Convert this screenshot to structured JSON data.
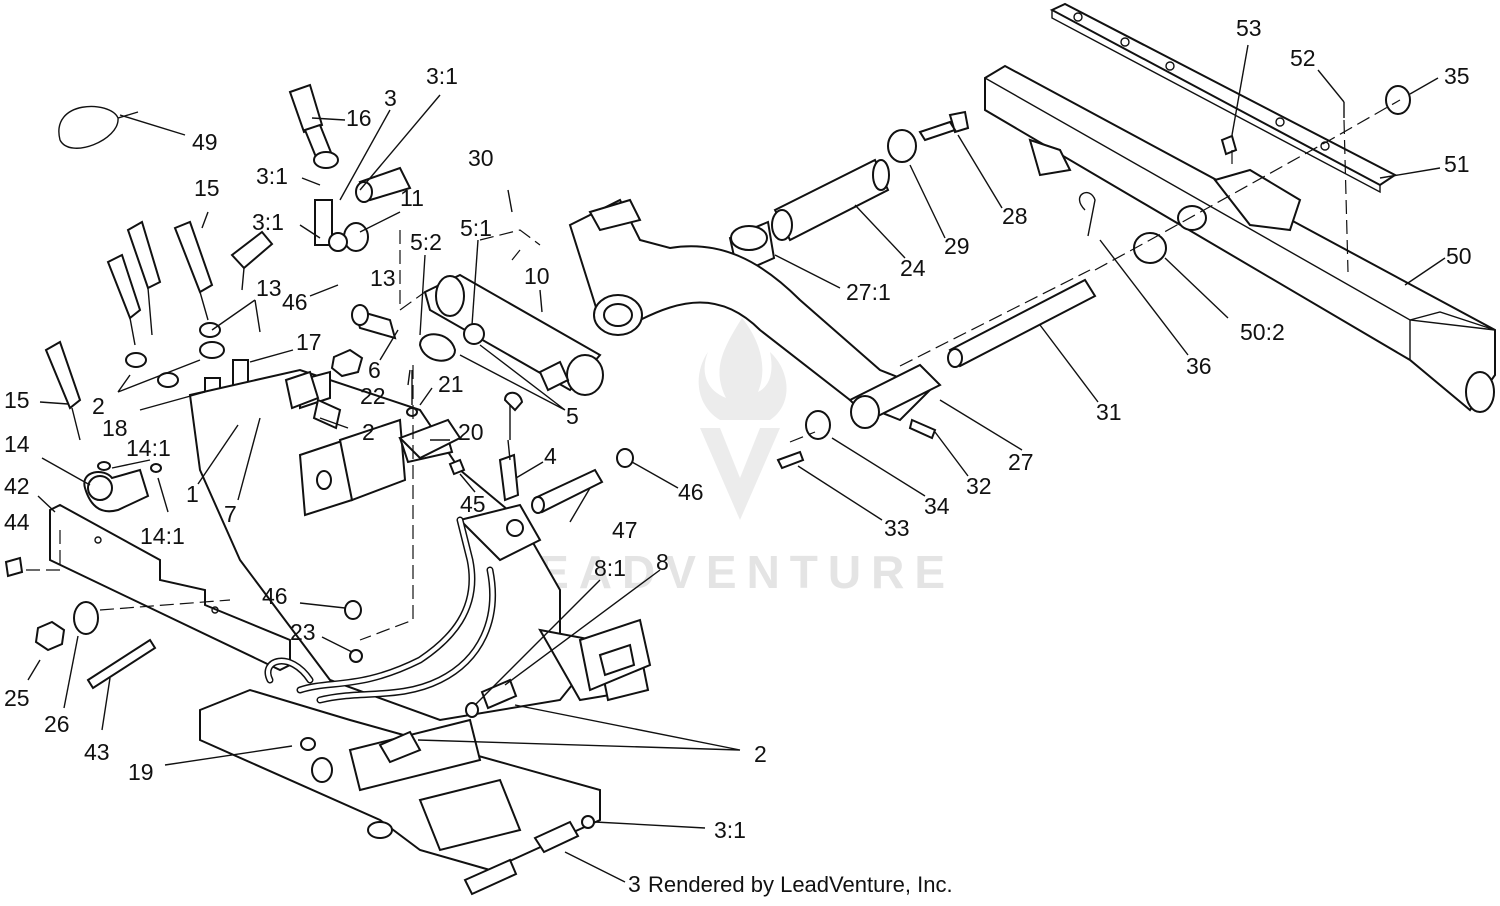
{
  "labels": [
    "49",
    "16",
    "3",
    "3:1",
    "3:1",
    "3:1",
    "11",
    "30",
    "5:2",
    "5:1",
    "10",
    "15",
    "13",
    "13",
    "46",
    "2",
    "17",
    "18",
    "6",
    "22",
    "21",
    "5",
    "15",
    "14",
    "14:1",
    "14:1",
    "1",
    "7",
    "2",
    "20",
    "45",
    "4",
    "46",
    "47",
    "42",
    "44",
    "46",
    "23",
    "25",
    "26",
    "43",
    "19",
    "8:1",
    "8",
    "2",
    "3:1",
    "3",
    "53",
    "52",
    "35",
    "51",
    "50",
    "28",
    "29",
    "24",
    "27:1",
    "50:2",
    "36",
    "31",
    "27",
    "32",
    "34",
    "33"
  ],
  "credit": "Rendered by LeadVenture, Inc.",
  "watermark": "LEADVENTURE"
}
